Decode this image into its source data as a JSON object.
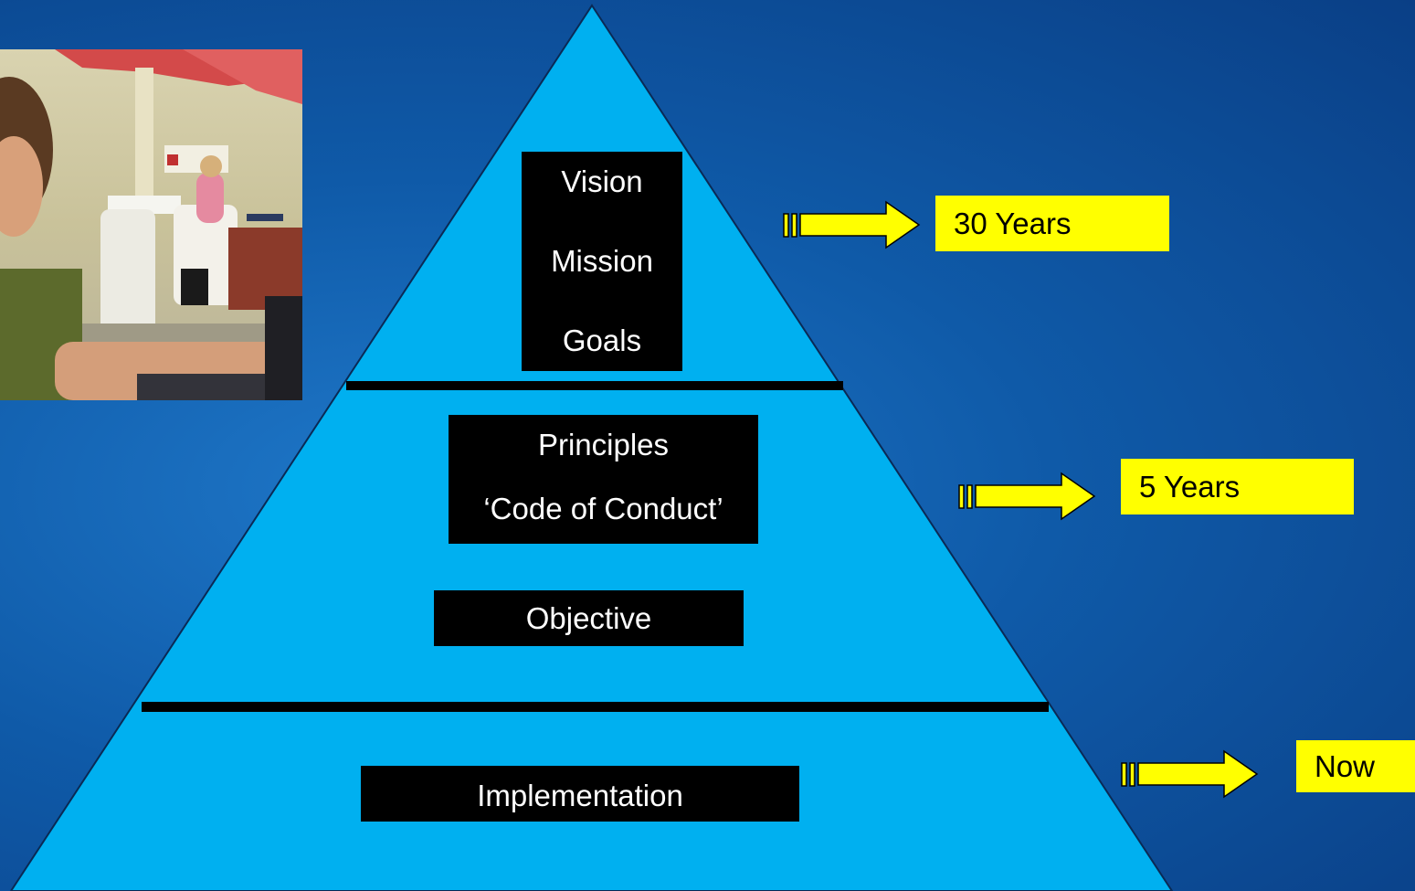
{
  "pyramid": {
    "top_tier": {
      "lines": [
        "Vision",
        "Mission",
        "Goals"
      ]
    },
    "middle_tier": {
      "lines": [
        "Principles",
        "‘Code of Conduct’"
      ],
      "objective": "Objective"
    },
    "bottom_tier": {
      "label": "Implementation"
    }
  },
  "timeframes": [
    {
      "label": "30 Years"
    },
    {
      "label": "5 Years"
    },
    {
      "label": "Now"
    }
  ],
  "colors": {
    "background": "#0f5aa8",
    "pyramid_fill": "#00b0f0",
    "box_fill": "#000000",
    "tag_fill": "#ffff00",
    "arrow_fill": "#ffff00"
  },
  "photo": {
    "icon": "meeting-photo"
  }
}
